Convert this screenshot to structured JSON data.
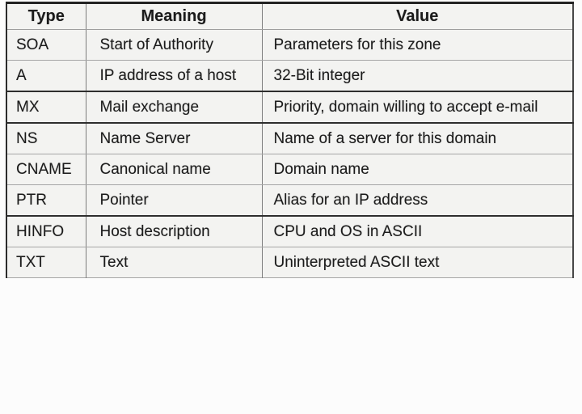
{
  "colors": {
    "cell_background": "#f3f3f1",
    "grid_dark": "#2e2e2e",
    "grid_light": "#a6a6a6",
    "text": "#1b1b1b"
  },
  "table": {
    "headers": {
      "type": "Type",
      "meaning": "Meaning",
      "value": "Value"
    },
    "rows": [
      {
        "type": "SOA",
        "meaning": "Start of Authority",
        "value": "Parameters for this zone"
      },
      {
        "type": "A",
        "meaning": "IP address of a host",
        "value": "32-Bit integer"
      },
      {
        "type": "MX",
        "meaning": "Mail exchange",
        "value": "Priority, domain willing to accept e-mail"
      },
      {
        "type": "NS",
        "meaning": "Name Server",
        "value": "Name of a server for this domain"
      },
      {
        "type": "CNAME",
        "meaning": "Canonical name",
        "value": "Domain name"
      },
      {
        "type": "PTR",
        "meaning": "Pointer",
        "value": "Alias for an IP address"
      },
      {
        "type": "HINFO",
        "meaning": "Host description",
        "value": "CPU and OS in ASCII"
      },
      {
        "type": "TXT",
        "meaning": "Text",
        "value": "Uninterpreted ASCII text"
      }
    ]
  },
  "chart_data": {
    "type": "table",
    "columns": [
      "Type",
      "Meaning",
      "Value"
    ],
    "rows": [
      [
        "SOA",
        "Start of Authority",
        "Parameters for this zone"
      ],
      [
        "A",
        "IP address of a host",
        "32-Bit integer"
      ],
      [
        "MX",
        "Mail exchange",
        "Priority, domain willing to accept e-mail"
      ],
      [
        "NS",
        "Name Server",
        "Name of a server for this domain"
      ],
      [
        "CNAME",
        "Canonical name",
        "Domain name"
      ],
      [
        "PTR",
        "Pointer",
        "Alias for an IP address"
      ],
      [
        "HINFO",
        "Host description",
        "CPU and OS in ASCII"
      ],
      [
        "TXT",
        "Text",
        "Uninterpreted ASCII text"
      ]
    ]
  }
}
